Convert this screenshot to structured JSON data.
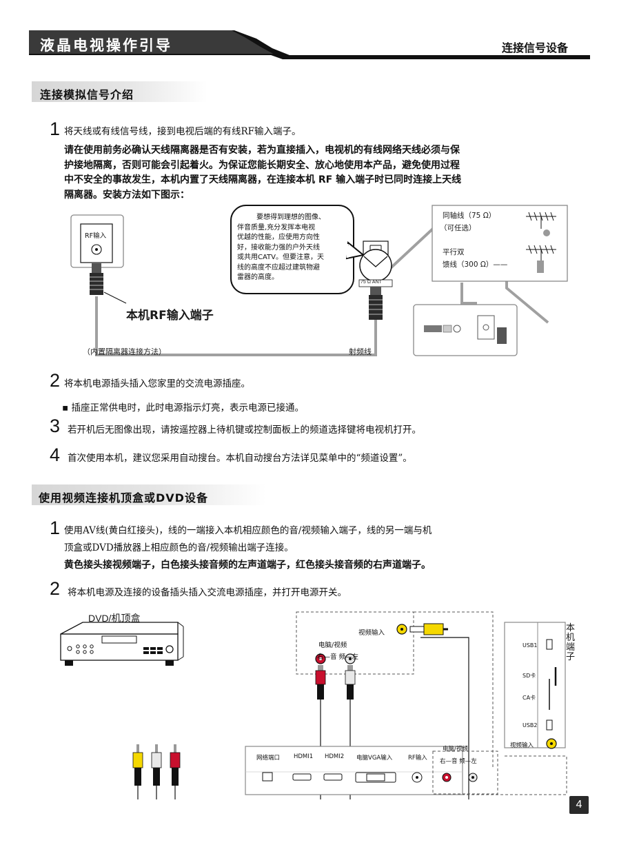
{
  "header": {
    "title": "液晶电视操作引导",
    "section": "连接信号设备"
  },
  "analog": {
    "title": "连接模拟信号介绍",
    "step1": {
      "num": "1",
      "text": "将天线或有线信号线，接到电视后端的有线RF输入端子。"
    },
    "warning": [
      "请在使用前务必确认天线隔离器是否有安装，若为直接插入，电视机的有线网络天线必须与保",
      "护接地隔离，否则可能会引起着火。为保证您能长期安全、放心地使用本产品，避免使用过程",
      "中不安全的事故发生，本机内置了天线隔离器，在连接本机 RF 输入端子时已同时连接上天线",
      "隔离器。安装方法如下图示："
    ],
    "diagram": {
      "rf_input": "RF输入",
      "rf_port_label": "本机RF输入端子",
      "builtin_label": "（内置隔离器连接方法）",
      "cable_label": "射频线",
      "callout": [
        "要想得到理想的图像、",
        "伴音质量,充分发挥本电视",
        "优越的性能，应使用方向性",
        "好，接收能力强的户外天线",
        "或共用CATV。但要注意，天",
        "线的高度不应超过建筑物避",
        "雷器的高度。"
      ],
      "ant_label": "75 Ω ANT",
      "coax": "同轴线（75 Ω）",
      "optional": "（可任选）",
      "twin1": "平行双",
      "twin2": "馈线（300 Ω）——"
    },
    "step2": {
      "num": "2",
      "text": "将本机电源插头插入您家里的交流电源插座。"
    },
    "bullet": "▪ 插座正常供电时，此时电源指示灯亮，表示电源已接通。",
    "step3": {
      "num": "3",
      "text": "若开机后无图像出现，请按遥控器上待机键或控制面板上的频道选择键将电视机打开。"
    },
    "step4": {
      "num": "4",
      "text": "首次使用本机，建议您采用自动搜台。本机自动搜台方法详见菜单中的“频道设置”。"
    }
  },
  "video": {
    "title": "使用视频连接机顶盒或DVD设备",
    "step1": {
      "num": "1",
      "line1": "使用AV线(黄白红接头)，线的一端接入本机相应颜色的音/视频输入端子，线的另一端与机",
      "line2": "顶盒或DVD播放器上相应颜色的音/视频输出端子连接。"
    },
    "note": "黄色接头接视频端子，白色接头接音频的左声道端子，红色接头接音频的右声道端子。",
    "step2": {
      "num": "2",
      "text": "将本机电源及连接的设备插头插入交流电源插座，并打开电源开关。"
    },
    "diagram": {
      "dvd_label": "DVD/机顶盒",
      "video_in": "视频输入",
      "pc_video": "电脑/视频",
      "right_audio_left": "右—音 频—左",
      "side_title": [
        "本",
        "机",
        "端",
        "子"
      ],
      "side_ports": [
        "USB1",
        "SD卡",
        "CA卡",
        "USB2",
        "视频输入"
      ],
      "bottom_ports": [
        "网络端口",
        "HDMI1",
        "HDMI2",
        "电脑VGA输入",
        "RF输入"
      ],
      "bottom_pc_video": "电脑/视频",
      "bottom_audio": "右—音 频—左"
    }
  },
  "page_number": "4",
  "colors": {
    "yellow": "#f5d800",
    "red": "#c8102e",
    "dark": "#222222",
    "gray_bar": "#d6d6d6"
  }
}
